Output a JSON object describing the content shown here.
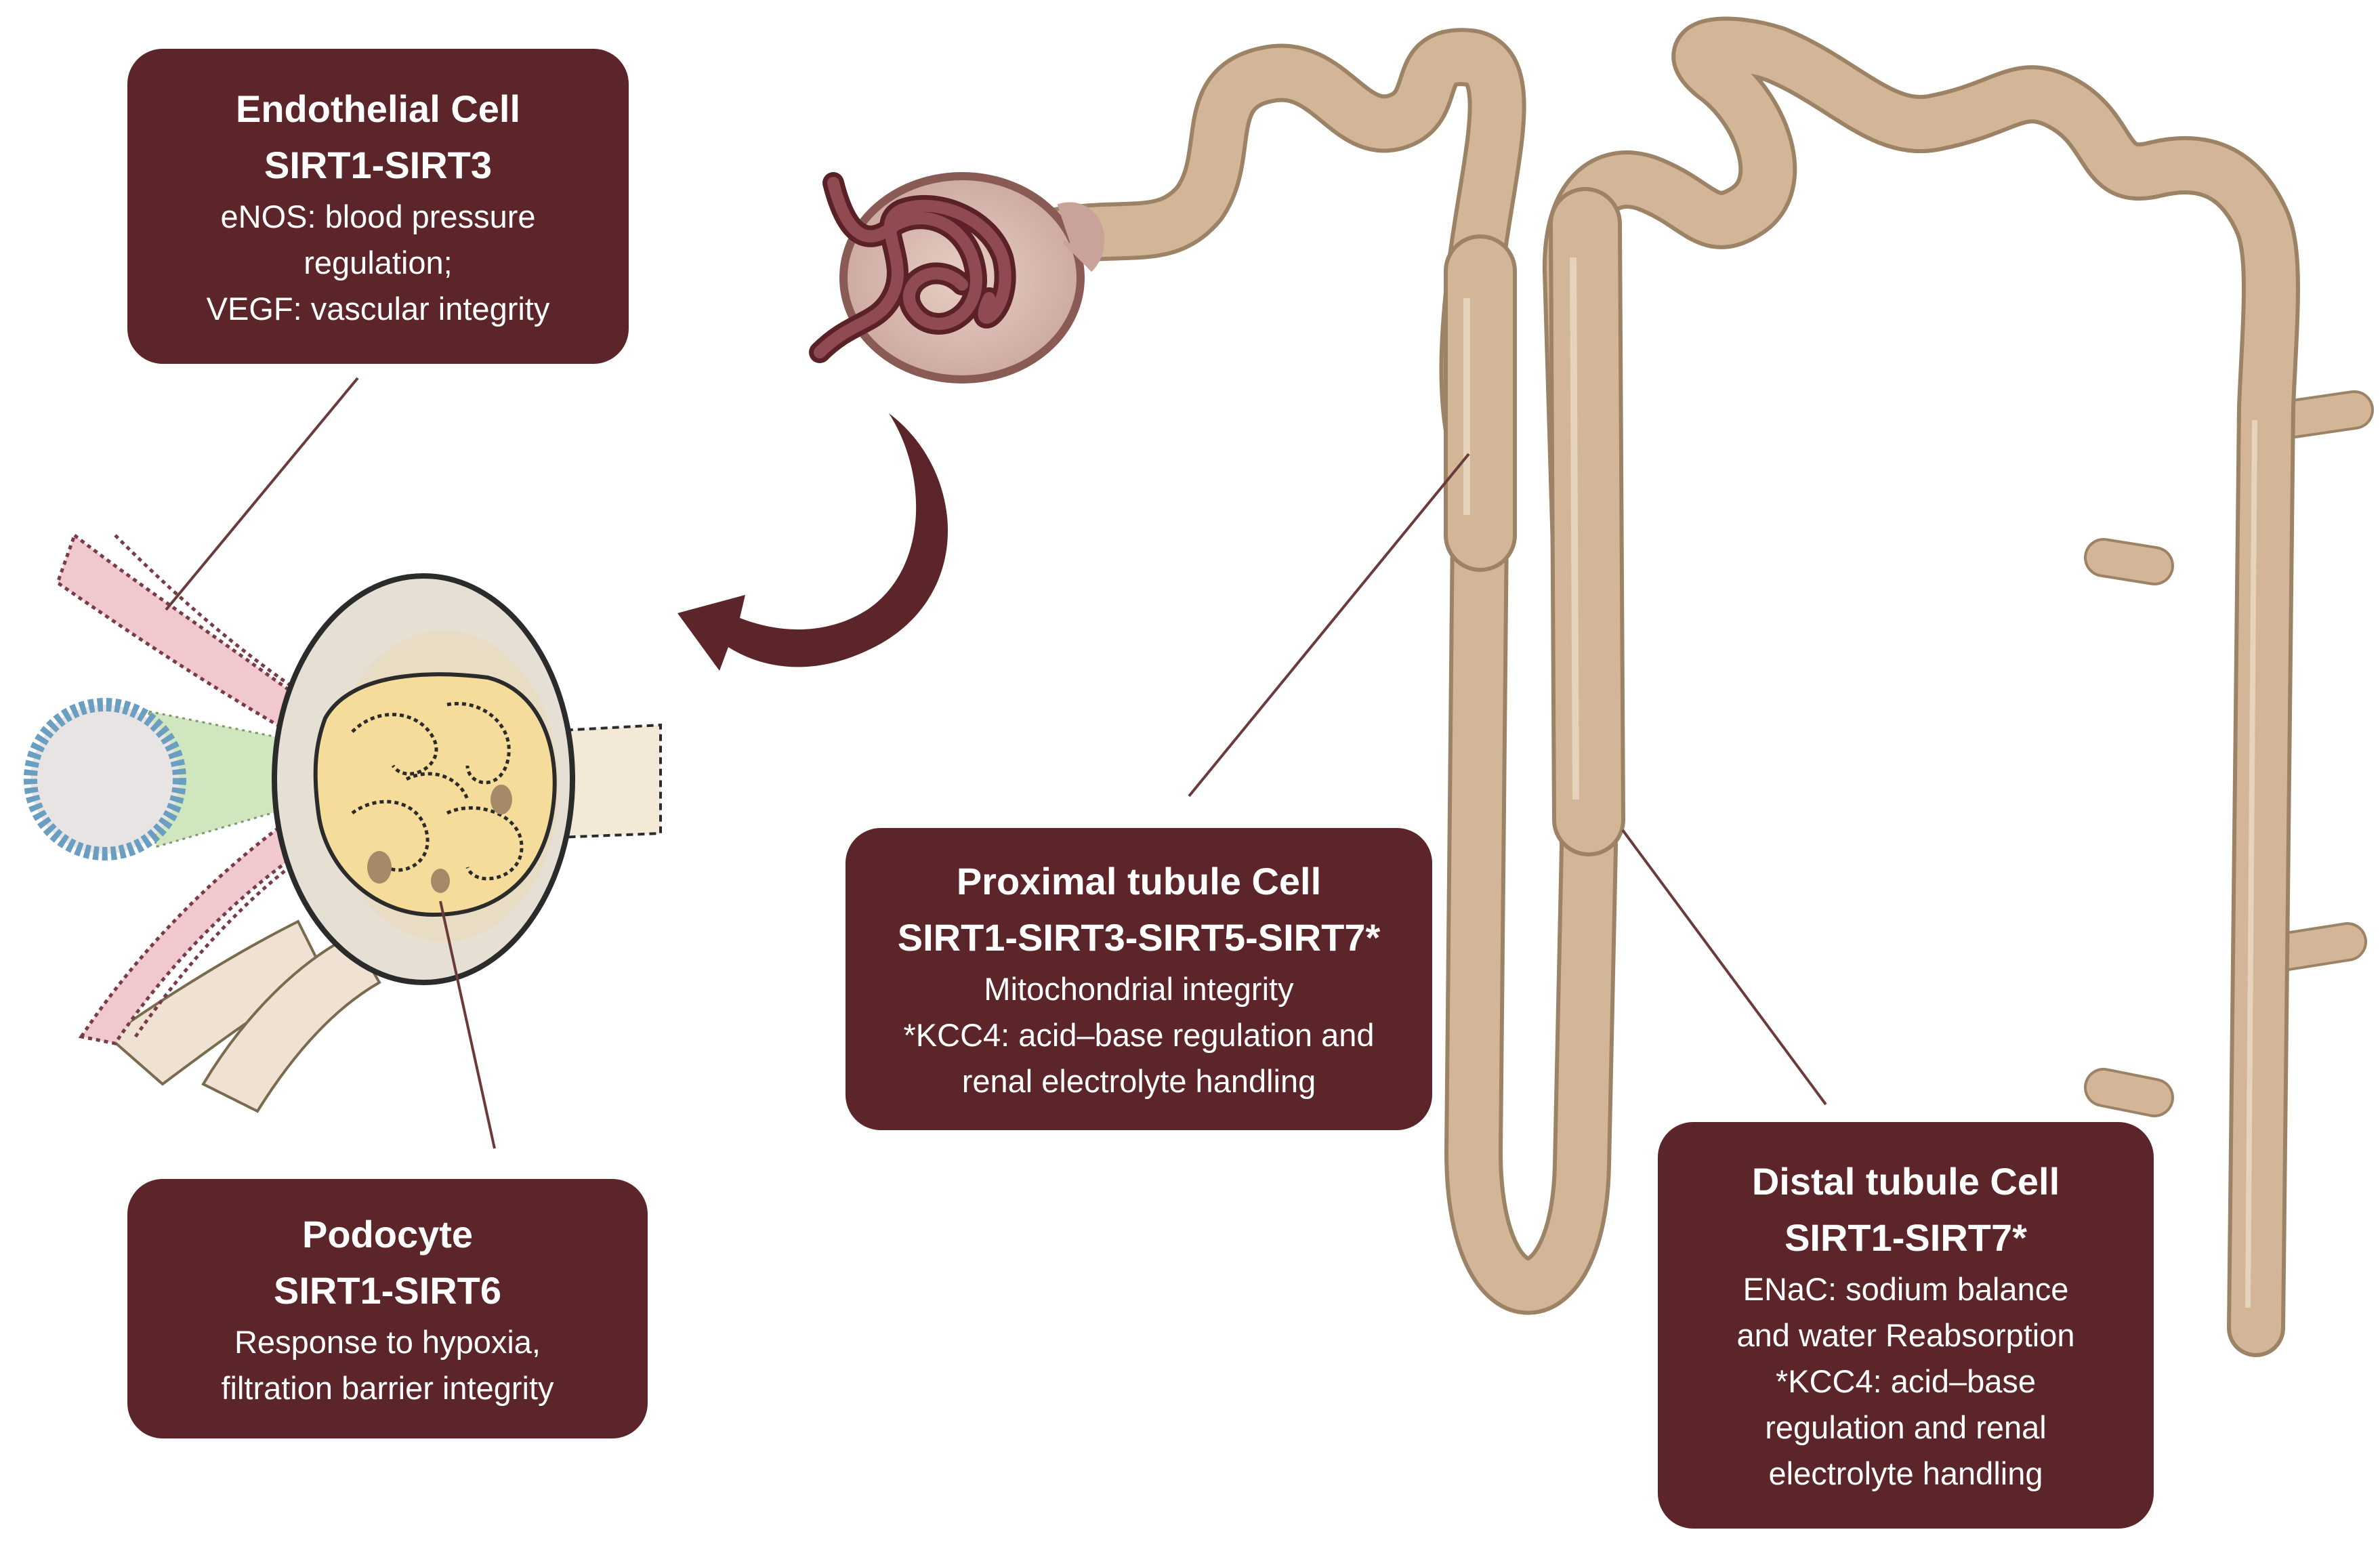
{
  "boxes": {
    "endothelial": {
      "title": "Endothelial Cell",
      "sirt": "SIRT1-SIRT3",
      "lines": [
        "eNOS: blood pressure",
        "regulation;",
        "VEGF: vascular integrity"
      ]
    },
    "podocyte": {
      "title": "Podocyte",
      "sirt": "SIRT1-SIRT6",
      "lines": [
        "Response to hypoxia,",
        "filtration barrier integrity"
      ]
    },
    "proximal": {
      "title": "Proximal tubule Cell",
      "sirt": "SIRT1-SIRT3-SIRT5-SIRT7*",
      "lines": [
        "Mitochondrial integrity",
        "*KCC4: acid–base regulation and",
        "renal electrolyte handling"
      ]
    },
    "distal": {
      "title": "Distal tubule Cell",
      "sirt": "SIRT1-SIRT7*",
      "lines": [
        "ENaC: sodium balance",
        "and water Reabsorption",
        "*KCC4: acid–base",
        "regulation and renal",
        "electrolyte handling"
      ]
    }
  },
  "colors": {
    "box_fill": "#5c2529",
    "box_text": "#ffffff",
    "tubule": "#d2b697",
    "tubule_edge": "#9c8366",
    "arrow": "#5c2529",
    "leader_line": "#6b3a3a"
  },
  "illustrations": {
    "nephron": "nephron-tubule-illustration",
    "glomerulus": "glomerulus-illustration",
    "cross_section": "glomerulus-cross-section-illustration",
    "arrow": "curved-arrow-icon"
  }
}
